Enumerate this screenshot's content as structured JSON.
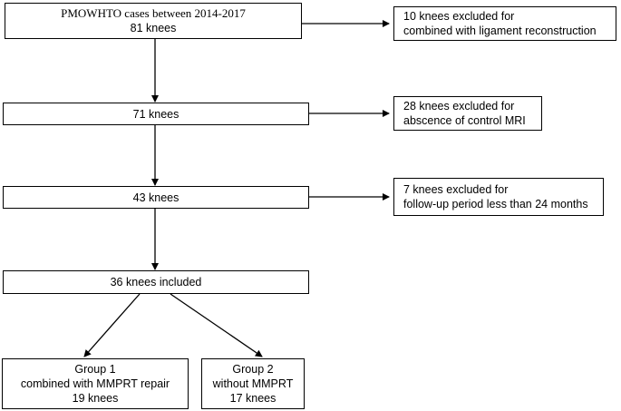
{
  "boxes": {
    "start": {
      "line1": "PMOWHTO cases between 2014-2017",
      "line2": "81 knees"
    },
    "excl1": {
      "line1": "10 knees excluded for",
      "line2": "combined with ligament reconstruction"
    },
    "step2": {
      "line1": "71 knees"
    },
    "excl2": {
      "line1": "28 knees excluded for",
      "line2": "abscence of control MRI"
    },
    "step3": {
      "line1": "43 knees"
    },
    "excl3": {
      "line1": "7 knees excluded for",
      "line2": "follow-up period less than 24 months"
    },
    "included": {
      "line1": "36 knees included"
    },
    "group1": {
      "line1": "Group 1",
      "line2": "combined with  MMPRT repair",
      "line3": "19 knees"
    },
    "group2": {
      "line1": "Group 2",
      "line2": "without MMPRT",
      "line3": "17 knees"
    }
  }
}
